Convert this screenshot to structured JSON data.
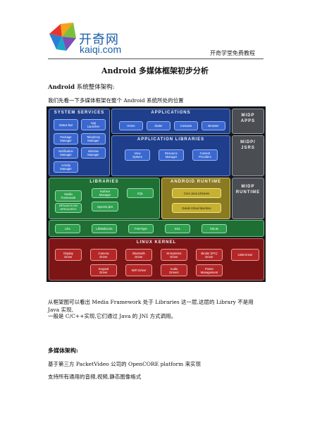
{
  "header": {
    "logo_name": "开奇网",
    "logo_url": "kaiqi.com",
    "right_text": "开奇学堂免费教程"
  },
  "title": "Android 多媒体框架初步分析",
  "section1": {
    "heading_bold": "Android",
    "heading_rest": " 系统整体架构:",
    "intro": "我们先看一下多媒体框架在整个 Android 系统所处的位置"
  },
  "diagram": {
    "system_services": {
      "title": "System Services",
      "boxes": [
        "Status Bar",
        "App\nLauncher",
        "Package\nManager",
        "Telephony\nManager",
        "Notification\nManager",
        "Window\nManager",
        "Activity\nManager"
      ]
    },
    "applications": {
      "title": "Applications",
      "boxes": [
        "Home",
        "Dialer",
        "Contacts",
        "Browser"
      ]
    },
    "app_libraries": {
      "title": "Application Libraries",
      "boxes": [
        "View\nSystem",
        "Resource\nManager",
        "Content\nProviders"
      ]
    },
    "libraries": {
      "title": "Libraries",
      "boxes": [
        "Media\nFramework",
        "Surface\nManager",
        "SQL",
        "MP3/AAC/H.264\nMPEG4/JPEG",
        "OpenGL|ES",
        "Libc",
        "LibWebCore",
        "FreeType",
        "SGL",
        "SSLite"
      ]
    },
    "android_runtime": {
      "title": "Android Runtime",
      "boxes": [
        "Core Java Libraries",
        "Dalvik Virtual Machine"
      ]
    },
    "midp_apps": {
      "title": "MIDP\nApps"
    },
    "midp_jsrs": {
      "title": "MIDP/\nJSRs"
    },
    "midp_runtime": {
      "title": "MIDP\nRuntime"
    },
    "linux_kernel": {
      "title": "Linux Kernel",
      "boxes": [
        "Display\nDriver",
        "Camera\nDriver",
        "Bluetooth\nDriver",
        "M-Systems\nDriver",
        "Binder (IPC)\nDriver",
        "USB Driver",
        "Keypad\nDriver",
        "WiFi Driver",
        "Audio\nDrivers",
        "Power\nManagement"
      ]
    }
  },
  "para1": "从框架图可以看出 Media Framework 处于 Libraries 这一层,这层的 Library 不是用 Java 实现,",
  "para2": "一般是 C/C++实现,它们通过 Java 的 JNI 方式调用。",
  "section2": {
    "heading": "多媒体架构:",
    "line1": "基于第三方 PacketVideo 公司的 OpenCORE platform 来实现",
    "line2": "支持所有通用的音频,视频,静态图像格式"
  }
}
